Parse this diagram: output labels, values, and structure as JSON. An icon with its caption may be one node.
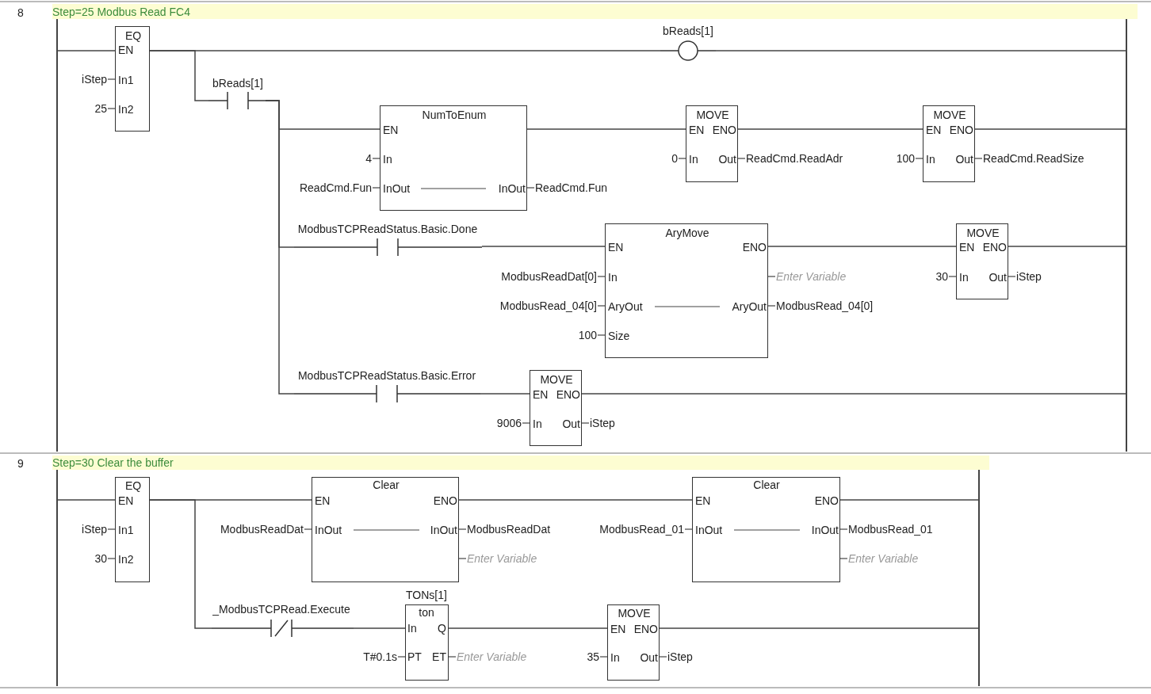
{
  "diagram": {
    "nodes": [
      {
        "text": [
          "Step=25 Modbus Read FC4"
        ]
      },
      {
        "text": [],
        "shape": "bar"
      },
      {
        "text": [
          "EQ",
          "EN",
          "In1",
          "In2"
        ],
        "beside": [
          "iStep",
          "25"
        ]
      },
      {
        "text": [
          "bReads[1]"
        ]
      },
      {
        "text": [
          "bReads[1]"
        ]
      },
      {
        "text": [
          "NumToEnum",
          "EN",
          "In",
          "InOut",
          "InOut"
        ],
        "beside": [
          "4",
          "ReadCmd.Fun",
          "ReadCmd.Fun"
        ]
      },
      {
        "text": [
          "MOVE",
          "EN",
          "ENO",
          "In",
          "Out"
        ],
        "beside": [
          "0",
          "ReadCmd.ReadAdr"
        ]
      },
      {
        "text": [
          "MOVE",
          "EN",
          "ENO",
          "In",
          "Out"
        ],
        "beside": [
          "100",
          "ReadCmd.ReadSize"
        ]
      },
      {
        "text": [
          "ModbusTCPReadStatus.Basic.Done"
        ]
      },
      {
        "text": [
          "AryMove",
          "EN",
          "ENO",
          "In",
          "AryOut",
          "AryOut",
          "Size"
        ],
        "beside": [
          "ModbusReadDat[0]",
          "Enter Variable",
          "ModbusRead_04[0]",
          "ModbusRead_04[0]",
          "100"
        ]
      },
      {
        "text": [
          "MOVE",
          "EN",
          "ENO",
          "In",
          "Out"
        ],
        "beside": [
          "30",
          "iStep"
        ]
      },
      {
        "text": [
          "ModbusTCPReadStatus.Basic.Error"
        ]
      },
      {
        "text": [
          "MOVE",
          "EN",
          "ENO",
          "In",
          "Out"
        ],
        "beside": [
          "9006",
          "iStep"
        ]
      },
      {
        "text": [],
        "shape": "bar"
      },
      {
        "text": [
          "Step=30 Clear the buffer"
        ]
      },
      {
        "text": [],
        "shape": "bar"
      },
      {
        "text": [
          "EQ",
          "EN",
          "In1",
          "In2"
        ],
        "beside": [
          "iStep",
          "30"
        ]
      },
      {
        "text": [
          "Clear",
          "EN",
          "ENO",
          "InOut",
          "InOut"
        ],
        "beside": [
          "ModbusReadDat",
          "ModbusReadDat",
          "Enter Variable"
        ]
      },
      {
        "text": [
          "Clear",
          "EN",
          "ENO",
          "InOut",
          "InOut"
        ],
        "beside": [
          "ModbusRead_01",
          "ModbusRead_01",
          "Enter Variable"
        ]
      },
      {
        "text": [
          "_ModbusTCPRead.Execute"
        ]
      },
      {
        "text": [
          "TONs[1]",
          "ton",
          "In",
          "Q",
          "PT",
          "ET"
        ],
        "beside": [
          "T#0.1s",
          "Enter Variable"
        ]
      },
      {
        "text": [
          "MOVE",
          "EN",
          "ENO",
          "In",
          "Out"
        ],
        "beside": [
          "35",
          "iStep"
        ]
      },
      {
        "text": [],
        "shape": "bar"
      }
    ],
    "edges": [
      {
        "from": 1,
        "to": 2,
        "arrow": "none"
      },
      {
        "from": 2,
        "to": 4,
        "arrow": "none"
      },
      {
        "from": 4,
        "to": 13,
        "arrow": "none"
      },
      {
        "from": 2,
        "to": 3,
        "arrow": "none"
      },
      {
        "from": 3,
        "to": 5,
        "arrow": "none"
      },
      {
        "from": 5,
        "to": 6,
        "arrow": "none"
      },
      {
        "from": 6,
        "to": 7,
        "arrow": "none"
      },
      {
        "from": 7,
        "to": 13,
        "arrow": "none"
      },
      {
        "from": 3,
        "to": 8,
        "arrow": "none"
      },
      {
        "from": 8,
        "to": 9,
        "arrow": "none"
      },
      {
        "from": 9,
        "to": 10,
        "arrow": "none"
      },
      {
        "from": 10,
        "to": 13,
        "arrow": "none"
      },
      {
        "from": 3,
        "to": 11,
        "arrow": "none"
      },
      {
        "from": 11,
        "to": 12,
        "arrow": "none"
      },
      {
        "from": 12,
        "to": 13,
        "arrow": "none"
      },
      {
        "from": 15,
        "to": 16,
        "arrow": "none"
      },
      {
        "from": 16,
        "to": 17,
        "arrow": "none"
      },
      {
        "from": 17,
        "to": 18,
        "arrow": "none"
      },
      {
        "from": 18,
        "to": 22,
        "arrow": "none"
      },
      {
        "from": 16,
        "to": 19,
        "arrow": "none"
      },
      {
        "from": 19,
        "to": 20,
        "arrow": "none"
      },
      {
        "from": 20,
        "to": 21,
        "arrow": "none"
      },
      {
        "from": 21,
        "to": 22,
        "arrow": "none"
      }
    ],
    "labels": [
      "8",
      "9"
    ]
  }
}
